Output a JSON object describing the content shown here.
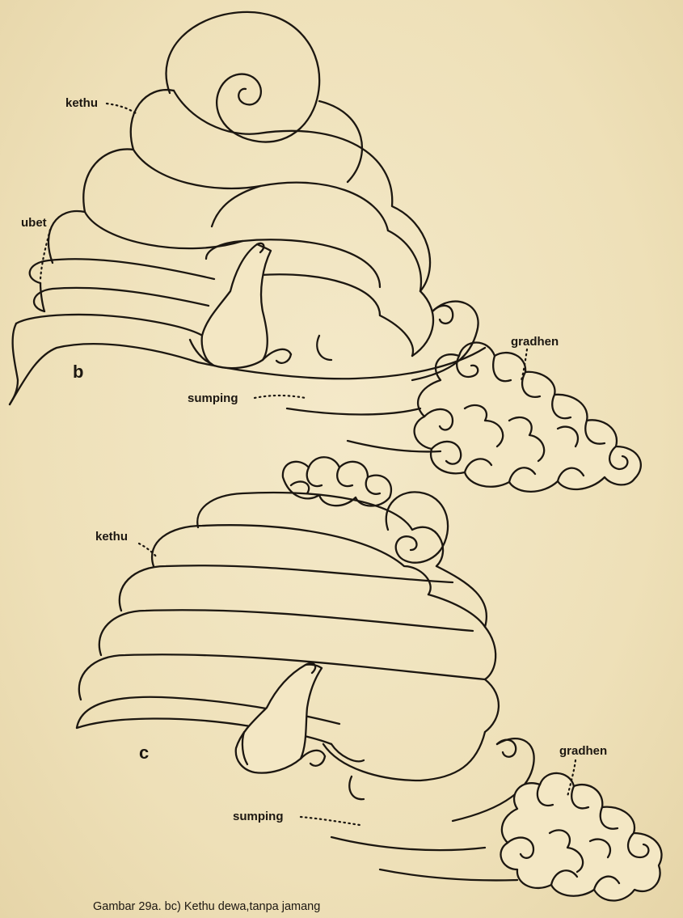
{
  "figure_b": {
    "letter": "b",
    "labels": {
      "kethu": "kethu",
      "ubet": "ubet",
      "gradhen": "gradhen",
      "sumping": "sumping"
    }
  },
  "figure_c": {
    "letter": "c",
    "labels": {
      "kethu": "kethu",
      "gradhen": "gradhen",
      "sumping": "sumping"
    }
  },
  "caption": "Gambar 29a. bc) Kethu dewa,tanpa jamang",
  "colors": {
    "paper": "#efe3bf",
    "ink": "#1c1711"
  }
}
